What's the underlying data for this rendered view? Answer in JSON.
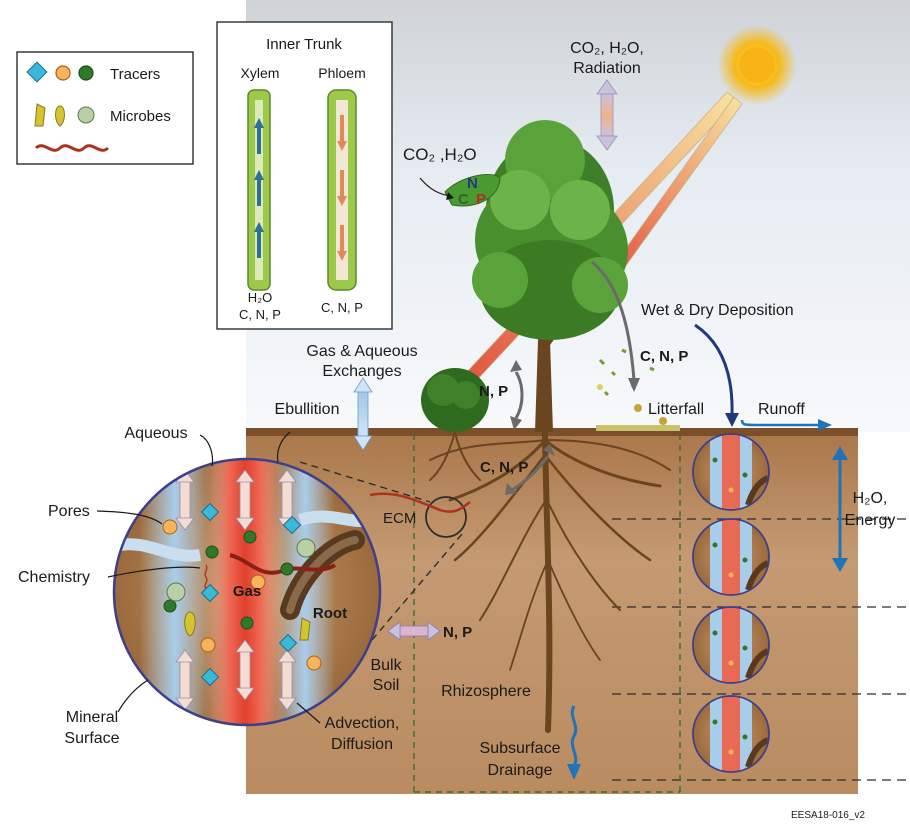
{
  "legend": {
    "tracers": "Tracers",
    "microbes": "Microbes"
  },
  "inner_trunk": {
    "title": "Inner Trunk",
    "xylem": "Xylem",
    "phloem": "Phloem",
    "xylem_bottom_1": "H₂O",
    "xylem_bottom_2": "C, N, P",
    "phloem_bottom": "C, N, P"
  },
  "labels": {
    "co2_top_1": "CO₂, H₂O,",
    "co2_top_2": "Radiation",
    "co2_leaf": "CO₂ ,H₂O",
    "leaf_n": "N",
    "leaf_c": "C",
    "leaf_p": "P",
    "wet_dry": "Wet & Dry Deposition",
    "cnp_right": "C, N, P",
    "np_left": "N, P",
    "litterfall": "Litterfall",
    "runoff": "Runoff",
    "gas_aqueous_1": "Gas & Aqueous",
    "gas_aqueous_2": "Exchanges",
    "ebullition": "Ebullition",
    "h2o_energy_1": "H₂O,",
    "h2o_energy_2": "Energy",
    "cnp_root": "C, N, P",
    "ecm": "ECM",
    "np_soil": "N, P",
    "bulk_soil_1": "Bulk",
    "bulk_soil_2": "Soil",
    "rhizosphere": "Rhizosphere",
    "subsurface_1": "Subsurface",
    "subsurface_2": "Drainage",
    "aqueous": "Aqueous",
    "pores": "Pores",
    "chemistry": "Chemistry",
    "gas": "Gas",
    "root": "Root",
    "mineral_1": "Mineral",
    "mineral_2": "Surface",
    "advection_1": "Advection,",
    "advection_2": "Diffusion"
  },
  "footer_id": "EESA18-016_v2",
  "colors": {
    "sky_top": "#d4d8dd",
    "sky_bottom": "#f5f8fb",
    "soil_top": "#b8895e",
    "soil_bottom": "#c9a27a",
    "tree_green": "#4f8f2f",
    "trunk_brown": "#6b4420",
    "arrow_blue": "#1f73b8",
    "arrow_navy": "#1f3a7a",
    "sun": "#f7c21a",
    "gas_red": "#e05540",
    "aqueous_blue": "#8cbde0",
    "tracer_cyan": "#3bb7d9",
    "tracer_orange": "#f7b45a",
    "tracer_green": "#2f7a2a"
  }
}
